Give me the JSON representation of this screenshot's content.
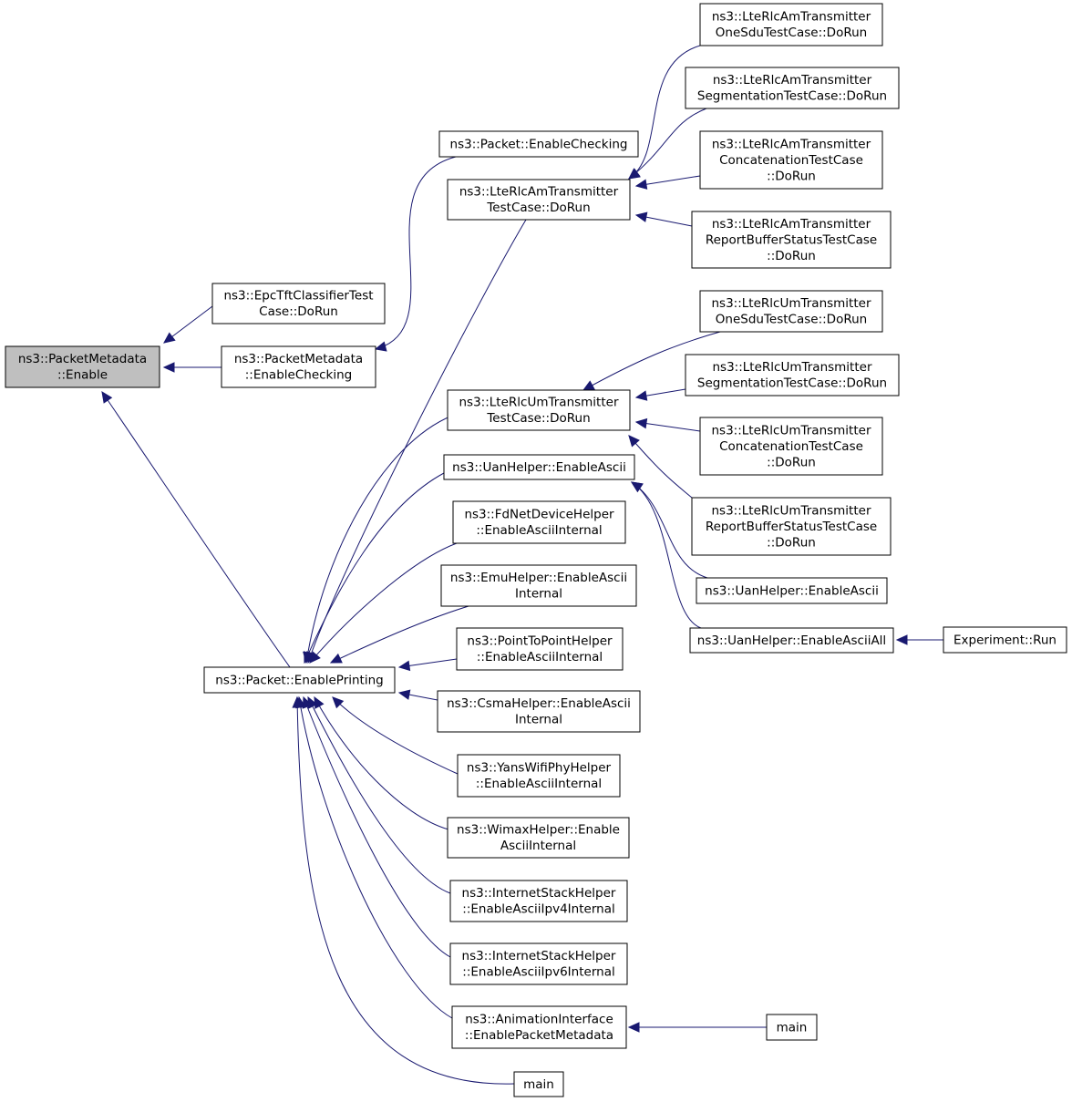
{
  "diagram": {
    "type": "caller-graph",
    "nodes": [
      {
        "id": "n0",
        "lines": [
          "ns3::PacketMetadata",
          "::Enable"
        ],
        "highlighted": true
      },
      {
        "id": "n1",
        "lines": [
          "ns3::EpcTftClassifierTest",
          "Case::DoRun"
        ]
      },
      {
        "id": "n2",
        "lines": [
          "ns3::PacketMetadata",
          "::EnableChecking"
        ]
      },
      {
        "id": "n3",
        "lines": [
          "ns3::Packet::EnablePrinting"
        ]
      },
      {
        "id": "n4",
        "lines": [
          "ns3::Packet::EnableChecking"
        ]
      },
      {
        "id": "n5",
        "lines": [
          "ns3::LteRlcAmTransmitter",
          "TestCase::DoRun"
        ]
      },
      {
        "id": "n6",
        "lines": [
          "ns3::LteRlcUmTransmitter",
          "TestCase::DoRun"
        ]
      },
      {
        "id": "n7",
        "lines": [
          "ns3::UanHelper::EnableAscii"
        ]
      },
      {
        "id": "n8",
        "lines": [
          "ns3::FdNetDeviceHelper",
          "::EnableAsciiInternal"
        ]
      },
      {
        "id": "n9",
        "lines": [
          "ns3::EmuHelper::EnableAscii",
          "Internal"
        ]
      },
      {
        "id": "n10",
        "lines": [
          "ns3::PointToPointHelper",
          "::EnableAsciiInternal"
        ]
      },
      {
        "id": "n11",
        "lines": [
          "ns3::CsmaHelper::EnableAscii",
          "Internal"
        ]
      },
      {
        "id": "n12",
        "lines": [
          "ns3::YansWifiPhyHelper",
          "::EnableAsciiInternal"
        ]
      },
      {
        "id": "n13",
        "lines": [
          "ns3::WimaxHelper::Enable",
          "AsciiInternal"
        ]
      },
      {
        "id": "n14",
        "lines": [
          "ns3::InternetStackHelper",
          "::EnableAsciiIpv4Internal"
        ]
      },
      {
        "id": "n15",
        "lines": [
          "ns3::InternetStackHelper",
          "::EnableAsciiIpv6Internal"
        ]
      },
      {
        "id": "n16",
        "lines": [
          "ns3::AnimationInterface",
          "::EnablePacketMetadata"
        ]
      },
      {
        "id": "n17",
        "lines": [
          "main"
        ]
      },
      {
        "id": "n18",
        "lines": [
          "ns3::LteRlcAmTransmitter",
          "OneSduTestCase::DoRun"
        ]
      },
      {
        "id": "n19",
        "lines": [
          "ns3::LteRlcAmTransmitter",
          "SegmentationTestCase::DoRun"
        ]
      },
      {
        "id": "n20",
        "lines": [
          "ns3::LteRlcAmTransmitter",
          "ConcatenationTestCase",
          "::DoRun"
        ]
      },
      {
        "id": "n21",
        "lines": [
          "ns3::LteRlcAmTransmitter",
          "ReportBufferStatusTestCase",
          "::DoRun"
        ]
      },
      {
        "id": "n22",
        "lines": [
          "ns3::LteRlcUmTransmitter",
          "OneSduTestCase::DoRun"
        ]
      },
      {
        "id": "n23",
        "lines": [
          "ns3::LteRlcUmTransmitter",
          "SegmentationTestCase::DoRun"
        ]
      },
      {
        "id": "n24",
        "lines": [
          "ns3::LteRlcUmTransmitter",
          "ConcatenationTestCase",
          "::DoRun"
        ]
      },
      {
        "id": "n25",
        "lines": [
          "ns3::LteRlcUmTransmitter",
          "ReportBufferStatusTestCase",
          "::DoRun"
        ]
      },
      {
        "id": "n26",
        "lines": [
          "ns3::UanHelper::EnableAscii"
        ]
      },
      {
        "id": "n27",
        "lines": [
          "ns3::UanHelper::EnableAsciiAll"
        ]
      },
      {
        "id": "n28",
        "lines": [
          "Experiment::Run"
        ]
      },
      {
        "id": "n29",
        "lines": [
          "main"
        ]
      }
    ],
    "edges": [
      {
        "from": "n1",
        "to": "n0"
      },
      {
        "from": "n2",
        "to": "n0"
      },
      {
        "from": "n3",
        "to": "n0"
      },
      {
        "from": "n4",
        "to": "n2"
      },
      {
        "from": "n5",
        "to": "n3"
      },
      {
        "from": "n6",
        "to": "n3"
      },
      {
        "from": "n7",
        "to": "n3"
      },
      {
        "from": "n8",
        "to": "n3"
      },
      {
        "from": "n9",
        "to": "n3"
      },
      {
        "from": "n10",
        "to": "n3"
      },
      {
        "from": "n11",
        "to": "n3"
      },
      {
        "from": "n12",
        "to": "n3"
      },
      {
        "from": "n13",
        "to": "n3"
      },
      {
        "from": "n14",
        "to": "n3"
      },
      {
        "from": "n15",
        "to": "n3"
      },
      {
        "from": "n16",
        "to": "n3"
      },
      {
        "from": "n17",
        "to": "n3"
      },
      {
        "from": "n18",
        "to": "n5"
      },
      {
        "from": "n19",
        "to": "n5"
      },
      {
        "from": "n20",
        "to": "n5"
      },
      {
        "from": "n21",
        "to": "n5"
      },
      {
        "from": "n22",
        "to": "n6"
      },
      {
        "from": "n23",
        "to": "n6"
      },
      {
        "from": "n24",
        "to": "n6"
      },
      {
        "from": "n25",
        "to": "n6"
      },
      {
        "from": "n26",
        "to": "n7"
      },
      {
        "from": "n27",
        "to": "n7"
      },
      {
        "from": "n28",
        "to": "n27"
      },
      {
        "from": "n29",
        "to": "n16"
      }
    ],
    "colors": {
      "edge": "#191970",
      "highlight_fill": "#bfbfbf",
      "node_fill": "#ffffff",
      "node_border": "#000000"
    }
  }
}
